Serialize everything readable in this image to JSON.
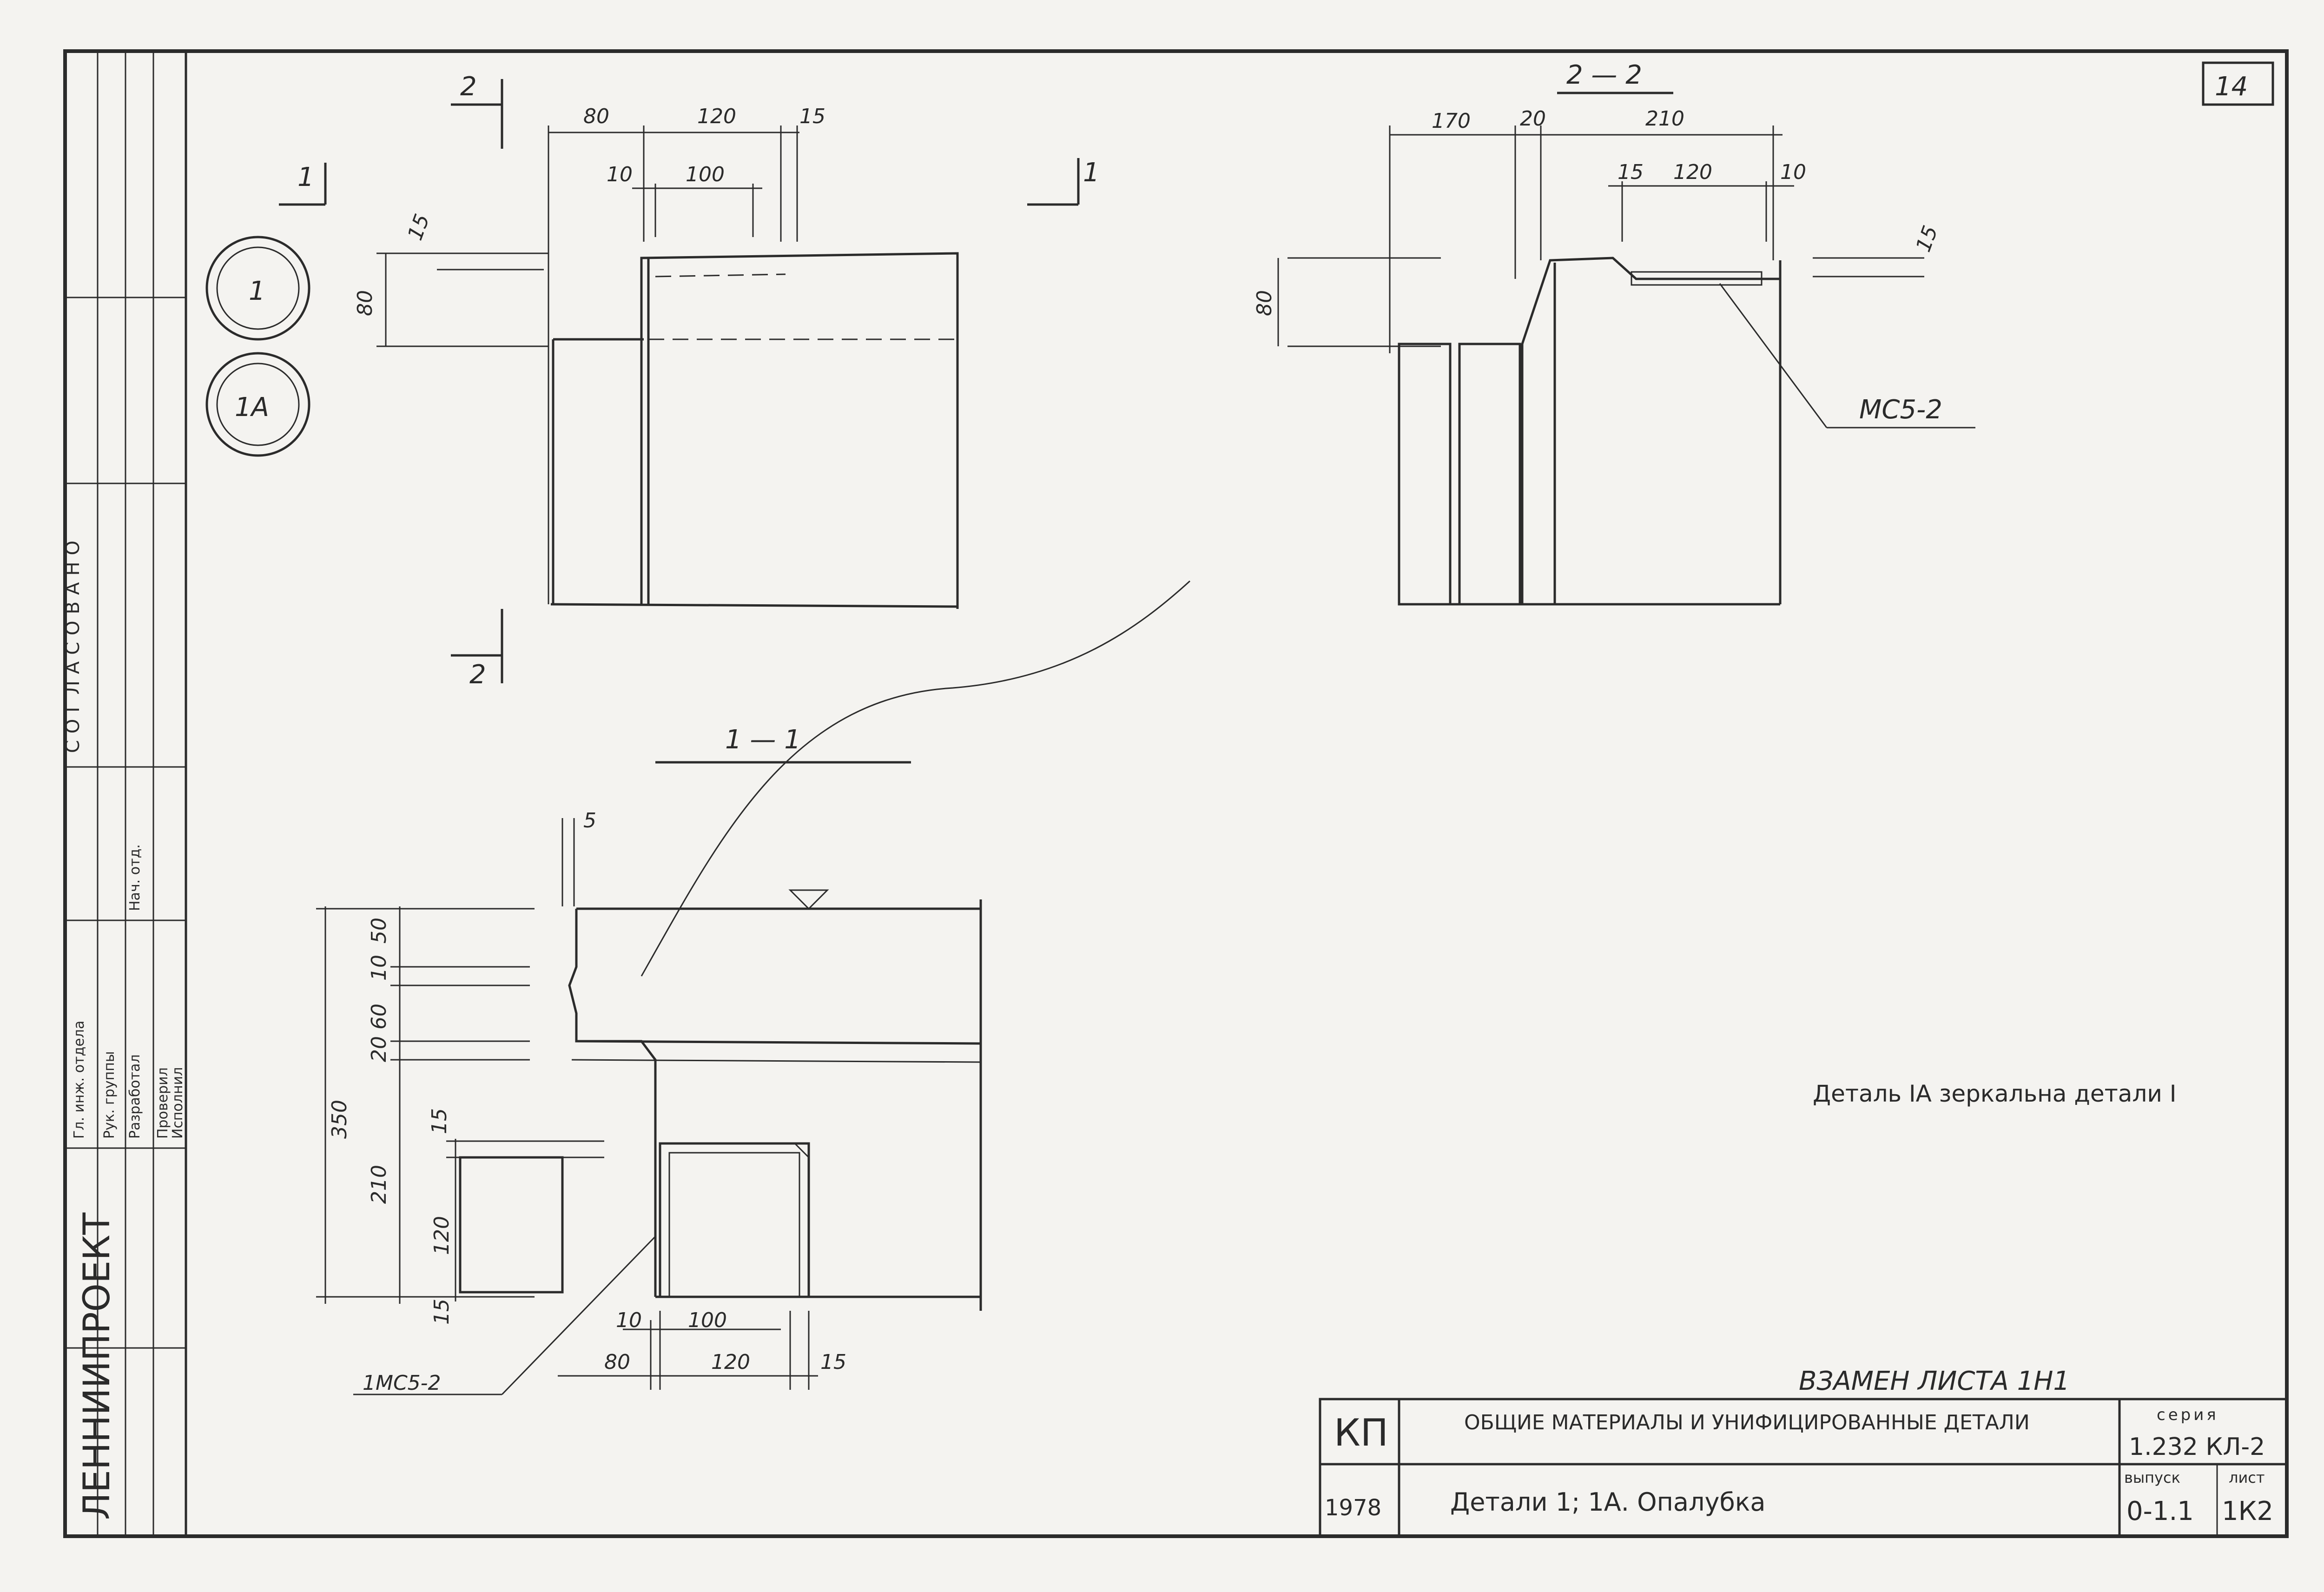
{
  "sheet": {
    "corner_number": "14",
    "organization": "ЛЕННИИПРОЕКТ",
    "approval_label": "СОГЛАСОВАНО"
  },
  "callouts": {
    "detail_1": "1",
    "detail_1a": "1А"
  },
  "plan_view": {
    "section_mark_1": "1",
    "section_mark_2": "2",
    "dims_top": [
      "80",
      "120",
      "15"
    ],
    "dims_inner": [
      "10",
      "100"
    ],
    "dims_left": [
      "15",
      "80"
    ]
  },
  "section_2_2": {
    "title": "2 — 2",
    "dims_top": [
      "170",
      "20",
      "210"
    ],
    "dims_inner": [
      "15",
      "120",
      "10"
    ],
    "dims_left": [
      "80"
    ],
    "dim_right": "15",
    "leader_label": "МС5-2"
  },
  "section_1_1": {
    "title": "1 — 1",
    "dim_top": "5",
    "dims_left": [
      "350",
      "10",
      "50",
      "20",
      "60",
      "210",
      "15",
      "120",
      "15"
    ],
    "dims_bottom_inner": [
      "10",
      "100"
    ],
    "dims_bottom": [
      "80",
      "120",
      "15"
    ],
    "leader_label": "1МС5-2"
  },
  "notes": {
    "mirror_note": "Деталь IА зеркальна детали I",
    "replaces": "ВЗАМЕН ЛИСТА 1Н1"
  },
  "title_block": {
    "code": "КП",
    "year": "1978",
    "series_title": "ОБЩИЕ МАТЕРИАЛЫ И УНИФИЦИРОВАННЫЕ ДЕТАЛИ",
    "sheet_title": "Детали 1; 1А. Опалубка",
    "series_label": "серия",
    "series_value": "1.232 КЛ-2",
    "issue_label": "выпуск",
    "issue_value": "0-1.1",
    "sheet_label": "лист",
    "sheet_value": "1К2"
  },
  "side_stamp_rows": [
    "Разработал",
    "Проверил",
    "Исполнил",
    "Гл. инж. отдела",
    "Рук. группы",
    "Нач. отд."
  ]
}
